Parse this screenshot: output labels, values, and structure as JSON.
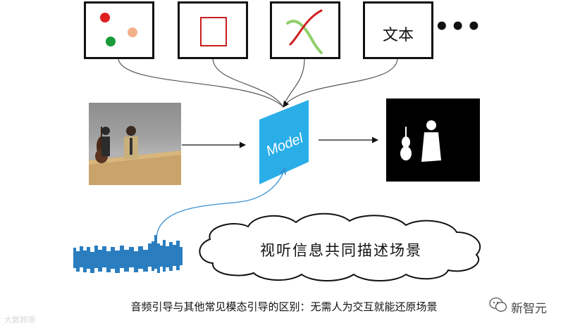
{
  "prompt_boxes": [
    {
      "kind": "points",
      "label": ""
    },
    {
      "kind": "box",
      "label": ""
    },
    {
      "kind": "scribble",
      "label": ""
    },
    {
      "kind": "text",
      "label": "文本"
    }
  ],
  "more_indicator": "•••",
  "model_label": "Model",
  "cloud_text": "视听信息共同描述场景",
  "caption": "音频引导与其他常见模态引导的区别：无需人为交互就能还原场景",
  "watermark_left": "大数跨境",
  "watermark_right": "新智元",
  "colors": {
    "model": "#29aee8",
    "point_red": "#e02020",
    "point_green": "#1a9a3a",
    "point_peach": "#f2b08a",
    "box_red": "#c81e1e",
    "scribble_red": "#d02020",
    "scribble_green": "#8fd06a",
    "waveform": "#2a7ec0",
    "arrow_blue": "#3a8fd0"
  },
  "icons": [
    "cloud-shape",
    "waveform-graphic",
    "arrow-right",
    "mask-image",
    "photo-image"
  ]
}
